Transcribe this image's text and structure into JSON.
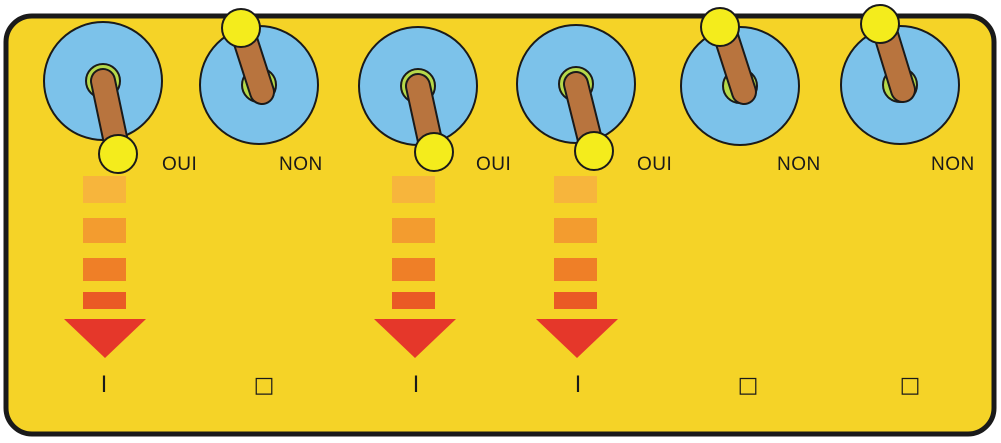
{
  "colors": {
    "panel": "#f5d327",
    "panel_border": "#1a1a1a",
    "bezel": "#7cc2ea",
    "inner_ring": "#b6d94a",
    "lever": "#b8743e",
    "knob": "#f4ec1c",
    "arrow_band_1": "#f7b53c",
    "arrow_band_2": "#f39c2f",
    "arrow_band_3": "#ef7f27",
    "arrow_band_4": "#ea5a25",
    "arrow_head": "#e5372a",
    "ink": "#1a1a1a"
  },
  "switches": [
    {
      "position": "down",
      "label": "OUI",
      "bit": "I"
    },
    {
      "position": "up",
      "label": "NON",
      "bit": "□"
    },
    {
      "position": "down",
      "label": "OUI",
      "bit": "I"
    },
    {
      "position": "down",
      "label": "OUI",
      "bit": "I"
    },
    {
      "position": "up",
      "label": "NON",
      "bit": "□"
    },
    {
      "position": "up",
      "label": "NON",
      "bit": "□"
    }
  ]
}
